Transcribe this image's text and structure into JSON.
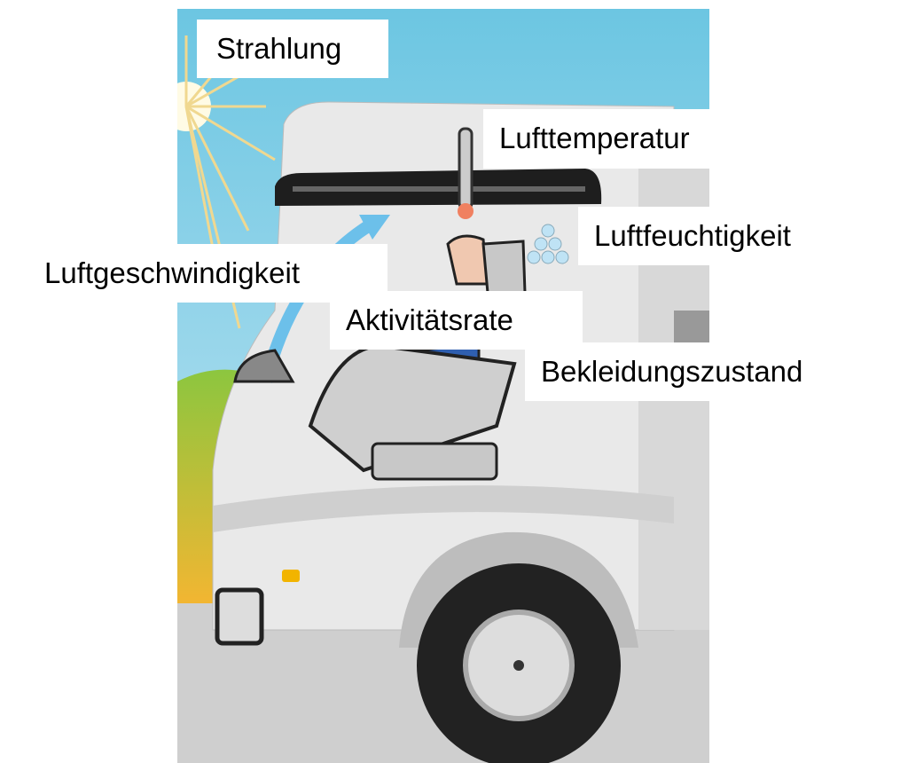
{
  "labels": {
    "radiation": "Strahlung",
    "air_temperature": "Lufttemperatur",
    "humidity": "Luftfeuchtigkeit",
    "air_velocity": "Luftgeschwindigkeit",
    "activity_rate": "Aktivitätsrate",
    "clothing": "Bekleidungszustand"
  },
  "colors": {
    "sky": "#7ccbe4",
    "cab": "#e6e6e6",
    "arrow": "#6cc0ea",
    "shirt": "#2f5fb0"
  }
}
